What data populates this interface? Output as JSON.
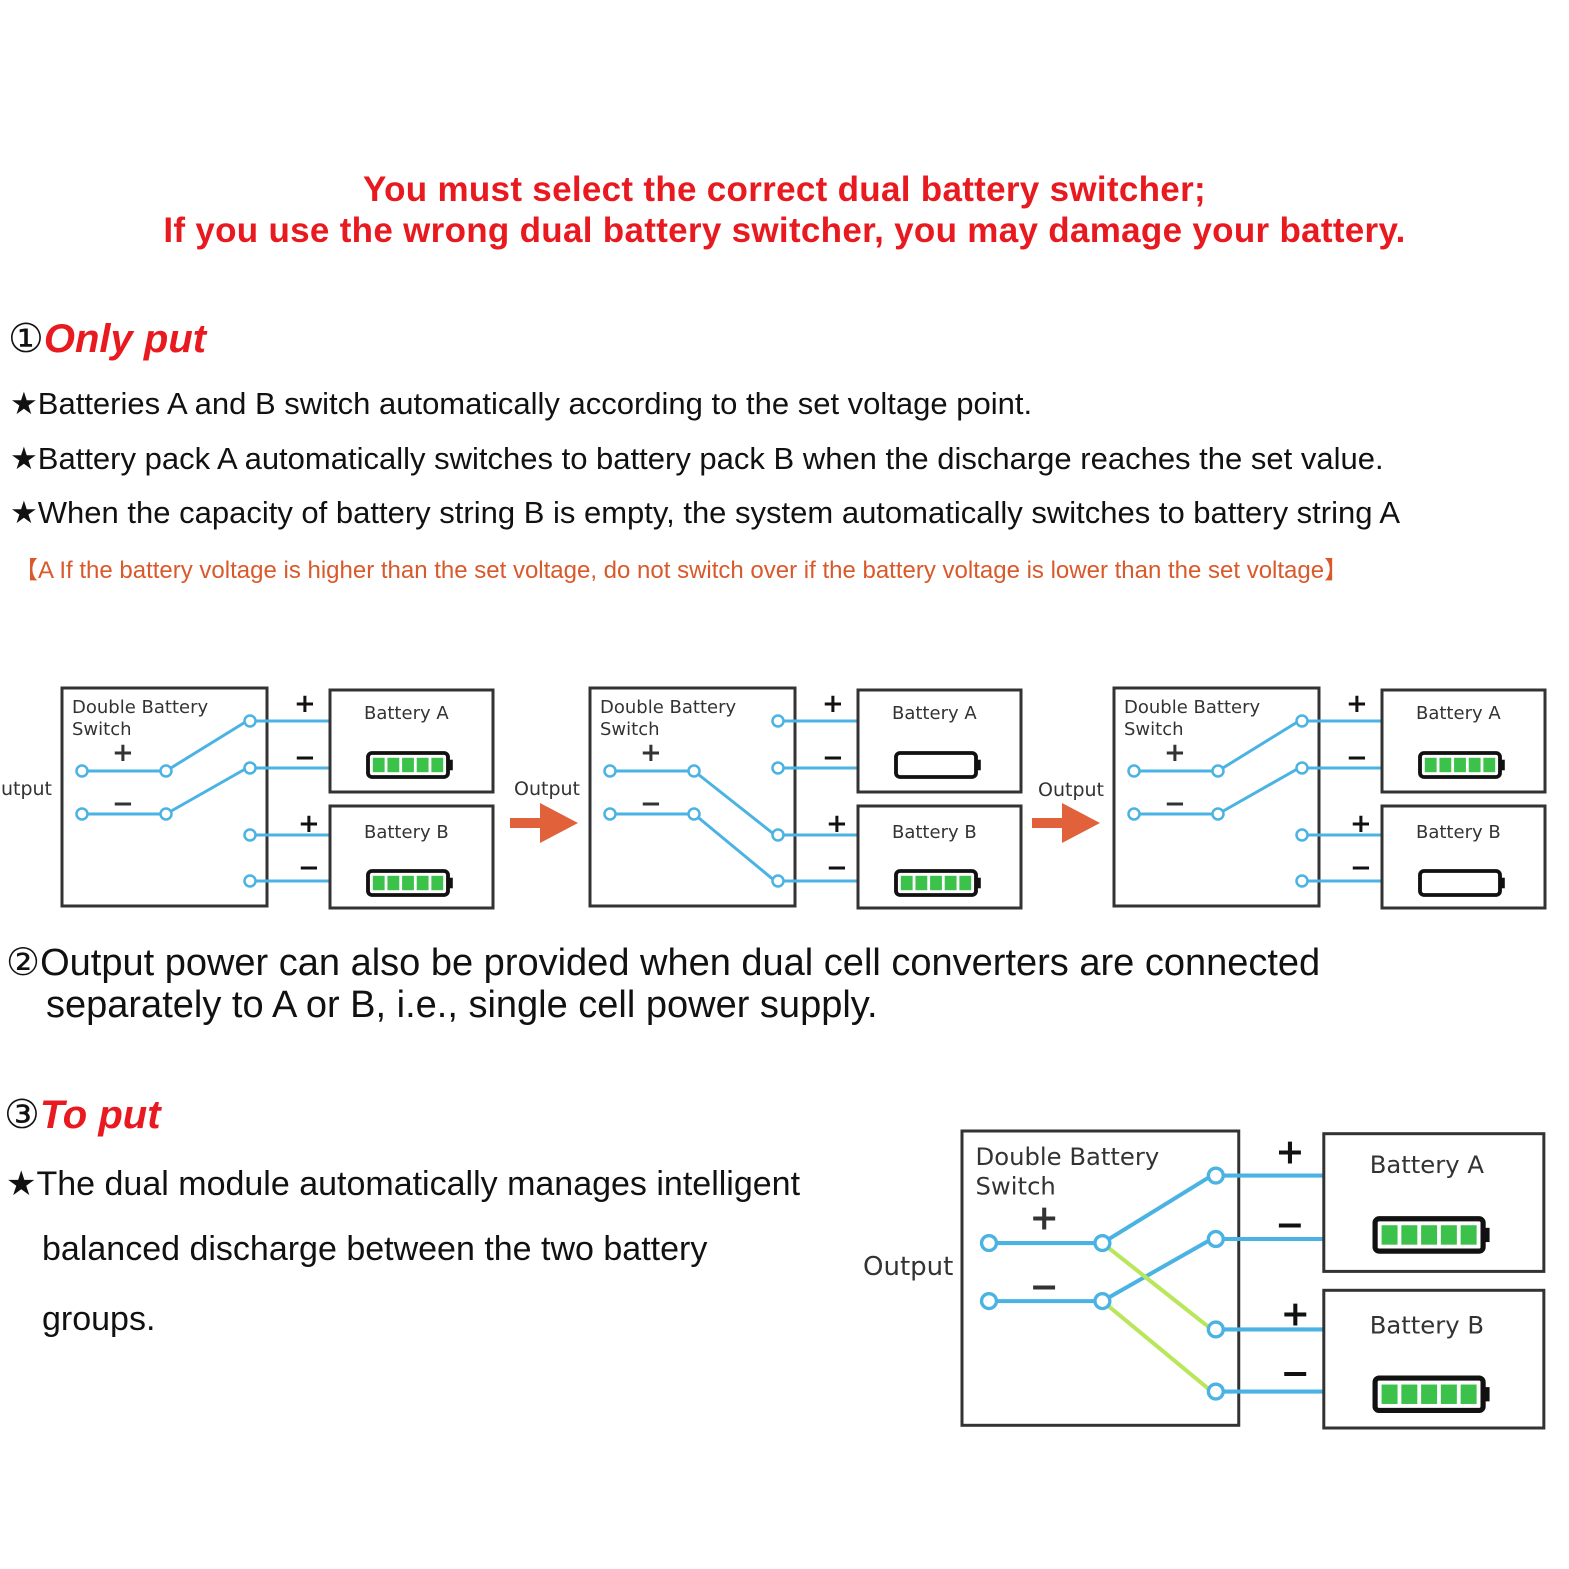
{
  "warning": {
    "line1": "You must select the correct dual battery switcher;",
    "line2": "If you use the wrong dual battery switcher, you may damage your battery."
  },
  "section1": {
    "number": "①",
    "title": "Only put",
    "bullets": [
      "★Batteries A and B switch automatically according to the set voltage point.",
      "★Battery pack A automatically switches to battery pack B when the discharge reaches the set value.",
      "★When the capacity of battery string B is empty, the system automatically switches to battery string A"
    ],
    "note": "【A If the battery voltage is higher than the set voltage, do not switch over if the battery voltage is lower than the set voltage】"
  },
  "section2": {
    "number": "②",
    "line1": "Output power can also be provided when dual cell converters are connected",
    "line2": "separately to A or B, i.e., single cell power supply."
  },
  "section3": {
    "number": "③",
    "title": "To put",
    "line1": "★The dual module automatically manages intelligent",
    "line2": "balanced discharge between the two battery",
    "line3": "groups."
  },
  "diagram": {
    "switch_label_1": "Double Battery",
    "switch_label_2": "Switch",
    "battery_a": "Battery A",
    "battery_b": "Battery B",
    "output": "Output",
    "output_cut": "utput",
    "plus": "+",
    "minus": "−",
    "colors": {
      "wire": "#4ab3e3",
      "wire_balance": "#b9e65a",
      "arrow": "#e0613a",
      "cell": "#3cc24a",
      "warning": "#e8191f"
    },
    "states": [
      {
        "switch_to": "A",
        "battery_a_level": "full",
        "battery_b_level": "full"
      },
      {
        "switch_to": "B",
        "battery_a_level": "empty",
        "battery_b_level": "full"
      },
      {
        "switch_to": "A",
        "battery_a_level": "full",
        "battery_b_level": "empty"
      },
      {
        "switch_to": "A+B",
        "battery_a_level": "full",
        "battery_b_level": "full"
      }
    ]
  }
}
